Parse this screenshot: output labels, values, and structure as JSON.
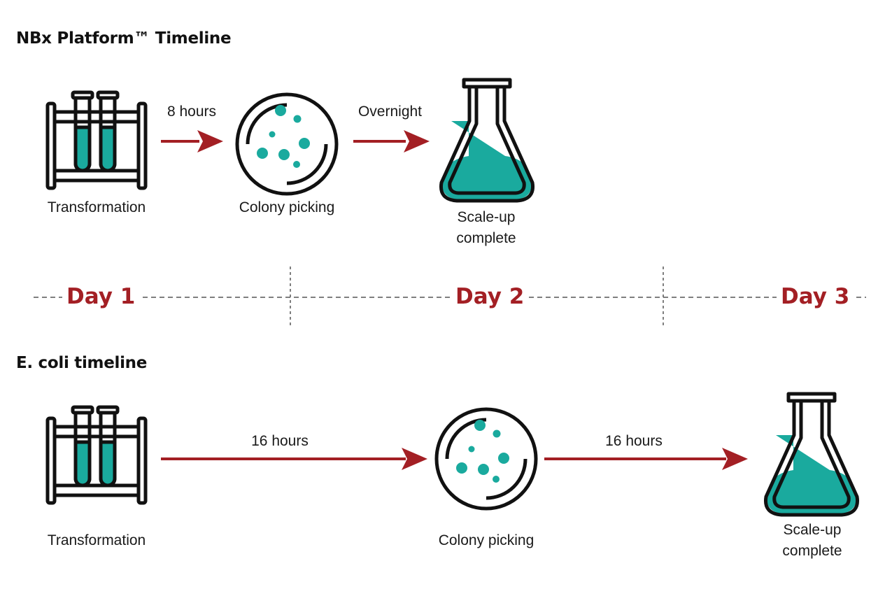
{
  "top": {
    "title": "NBx Platform™ Timeline",
    "steps": [
      "Transformation",
      "Colony picking",
      "Scale-up complete"
    ],
    "arrows": [
      "8 hours",
      "Overnight"
    ]
  },
  "days": [
    "Day 1",
    "Day 2",
    "Day 3"
  ],
  "bottom": {
    "title": "E. coli timeline",
    "steps": [
      "Transformation",
      "Colony picking",
      "Scale-up complete"
    ],
    "arrows": [
      "16 hours",
      "16 hours"
    ]
  },
  "colors": {
    "teal": "#1aaa9e",
    "arrow": "#a31f24",
    "outline": "#111111",
    "axis": "#555555"
  },
  "icons": [
    "test-tube-rack-icon",
    "petri-dish-icon",
    "erlenmeyer-flask-icon"
  ]
}
